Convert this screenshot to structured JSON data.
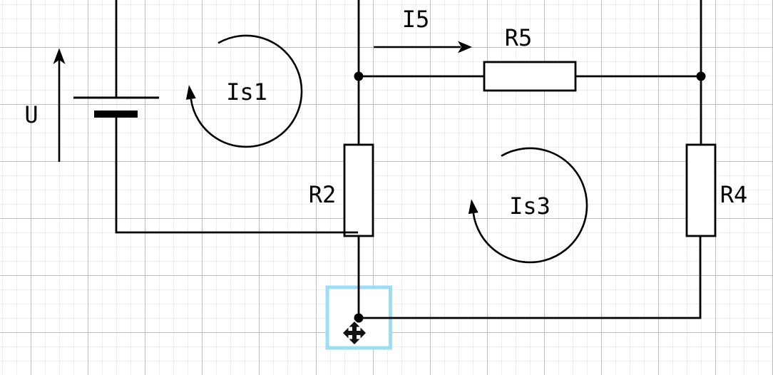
{
  "canvas": {
    "type": "diagram-editor-canvas"
  },
  "theme": {
    "selection-color": "#9bdef5",
    "wire-color": "#000000",
    "canvas-bg": "#ffffff",
    "grid-minor": "#ededed",
    "grid-major": "#b9bdbd"
  },
  "labels": {
    "u": "U",
    "is1": "Is1",
    "i5": "I5",
    "r5": "R5",
    "r2": "R2",
    "is3": "Is3",
    "r4": "R4"
  },
  "icons": {
    "move_cursor": "four-way move arrow"
  }
}
